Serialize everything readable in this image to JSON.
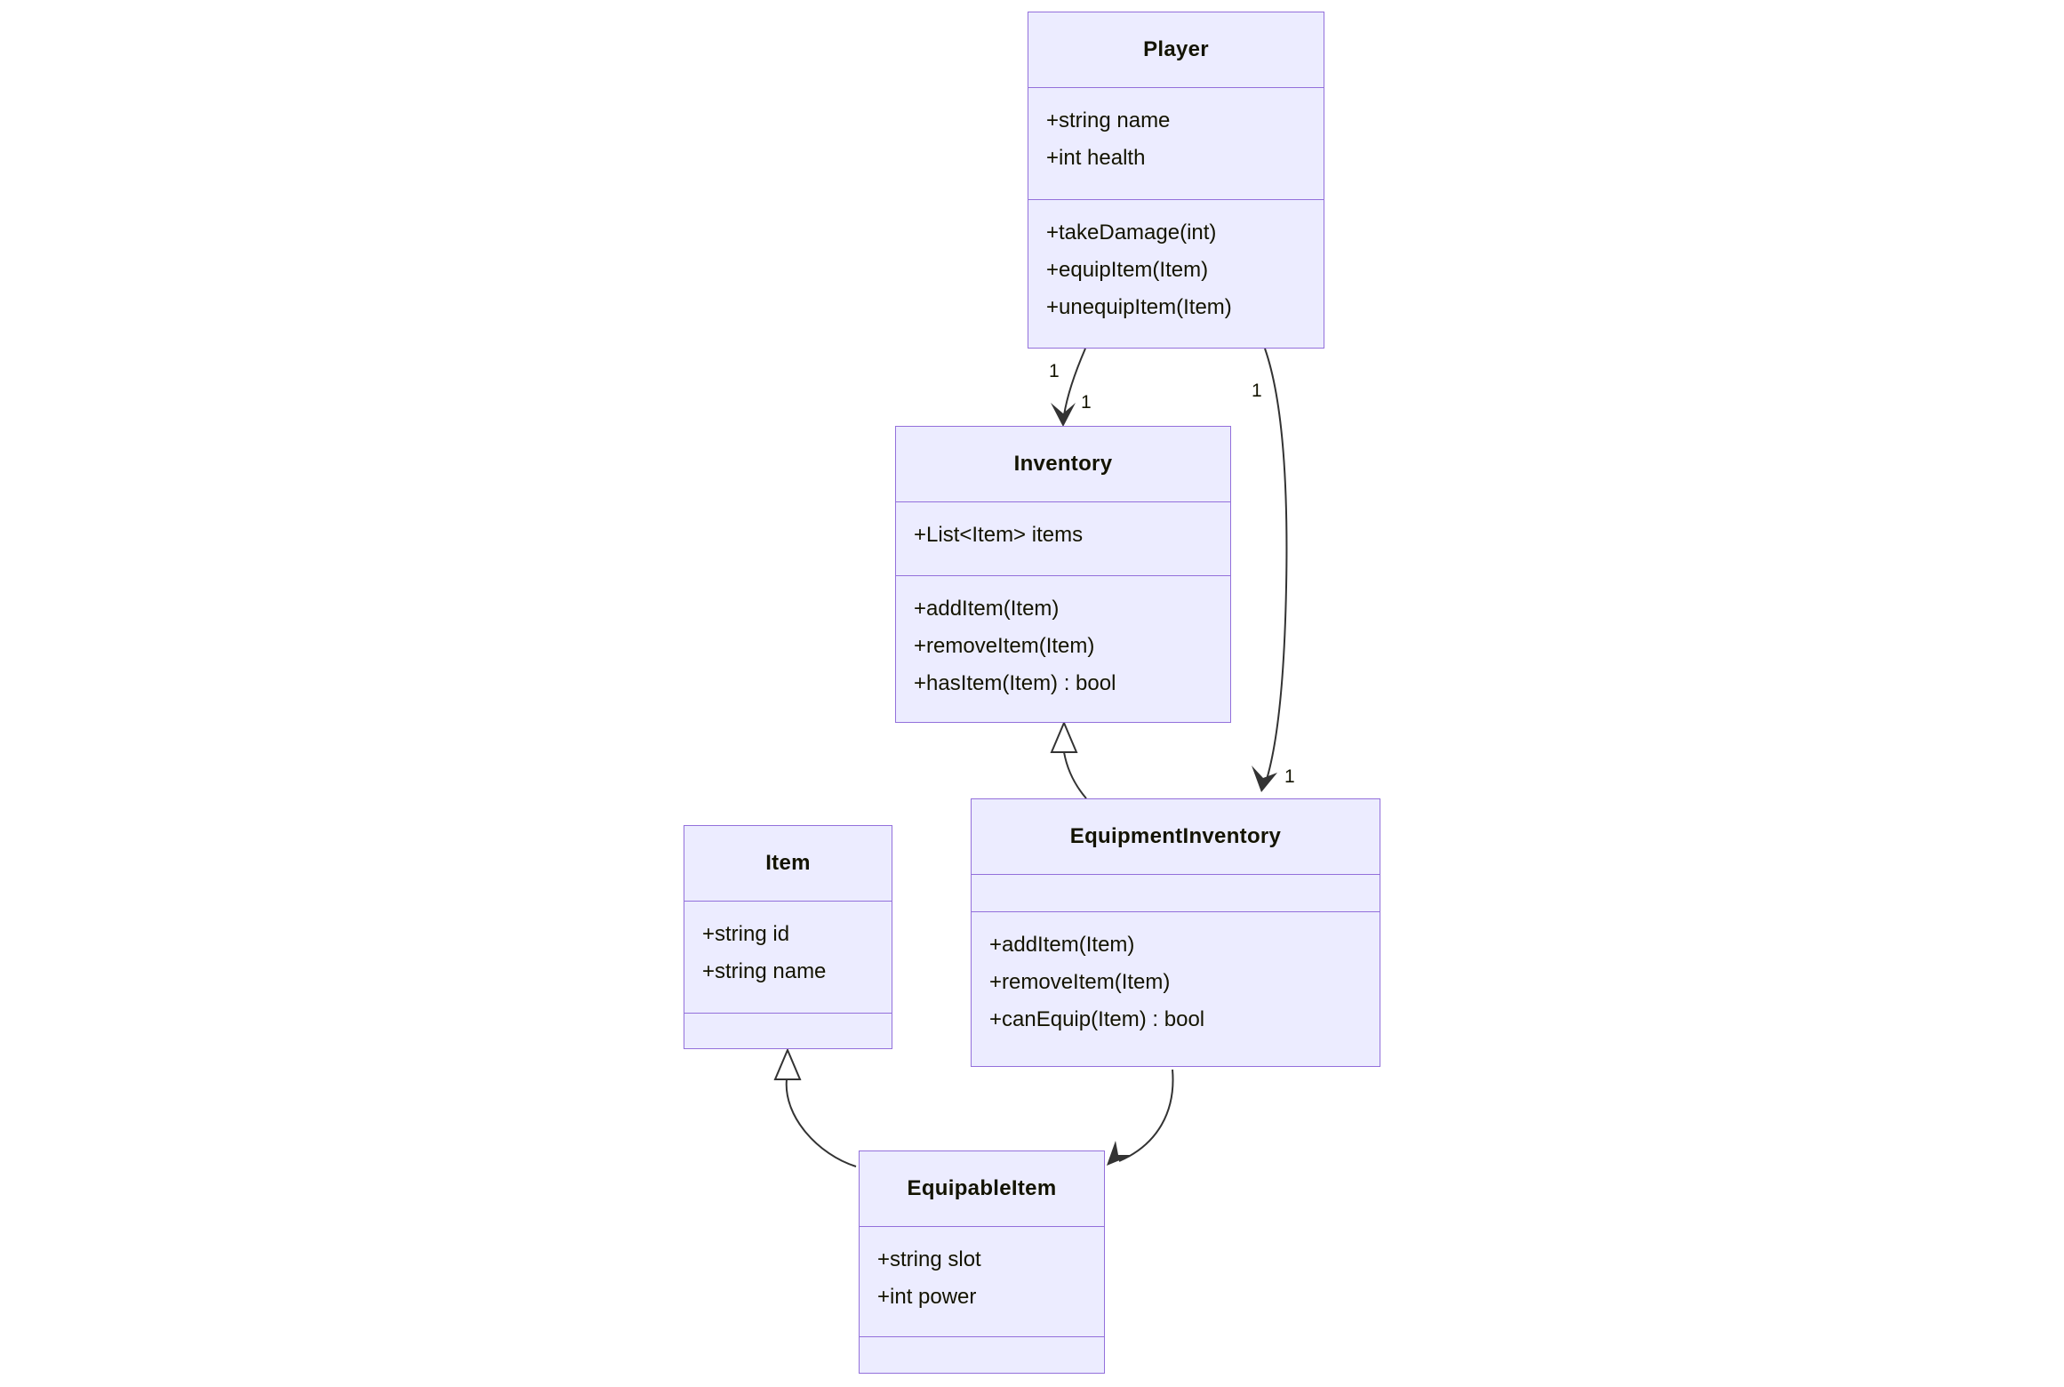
{
  "diagram": {
    "type": "uml-class-diagram",
    "colors": {
      "node_fill": "#ECECFF",
      "node_border": "#9370DB",
      "edge_line": "#333333",
      "text": "#131300",
      "background": "#ffffff"
    },
    "classes": {
      "player": {
        "title": "Player",
        "attributes": [
          "+string name",
          "+int health"
        ],
        "methods": [
          "+takeDamage(int)",
          "+equipItem(Item)",
          "+unequipItem(Item)"
        ]
      },
      "inventory": {
        "title": "Inventory",
        "attributes": [
          "+List<Item> items"
        ],
        "methods": [
          "+addItem(Item)",
          "+removeItem(Item)",
          "+hasItem(Item) : bool"
        ]
      },
      "item": {
        "title": "Item",
        "attributes": [
          "+string id",
          "+string name"
        ],
        "methods": []
      },
      "equipment_inventory": {
        "title": "EquipmentInventory",
        "attributes": [],
        "methods": [
          "+addItem(Item)",
          "+removeItem(Item)",
          "+canEquip(Item) : bool"
        ]
      },
      "equipable_item": {
        "title": "EquipableItem",
        "attributes": [
          "+string slot",
          "+int power"
        ],
        "methods": []
      }
    },
    "edges": {
      "player_to_inventory": {
        "from": "Player",
        "to": "Inventory",
        "type": "association",
        "source_multiplicity": "1",
        "target_multiplicity": "1"
      },
      "player_to_equipment_inventory": {
        "from": "Player",
        "to": "EquipmentInventory",
        "type": "association",
        "source_multiplicity": "1",
        "target_multiplicity": "1"
      },
      "equipment_inventory_to_inventory": {
        "from": "EquipmentInventory",
        "to": "Inventory",
        "type": "inheritance"
      },
      "equipable_item_to_item": {
        "from": "EquipableItem",
        "to": "Item",
        "type": "inheritance"
      },
      "equipment_inventory_to_equipable_item": {
        "from": "EquipmentInventory",
        "to": "EquipableItem",
        "type": "association"
      }
    }
  }
}
